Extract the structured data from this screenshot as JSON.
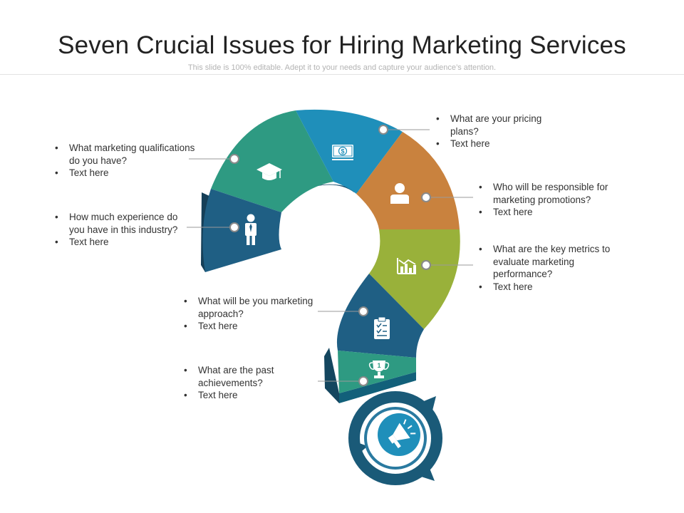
{
  "title": "Seven Crucial Issues for Hiring Marketing Services",
  "subtitle": "This slide is 100% editable. Adept it to your needs and capture your audience’s attention.",
  "colors": {
    "teal_green": "#2e9a82",
    "blue": "#1f8fba",
    "orange": "#c9823e",
    "olive_green": "#99b13a",
    "dark_blue": "#1f5f84",
    "dark_teal": "#1a5a78"
  },
  "items": [
    {
      "question": "What marketing qualifications do you have?",
      "detail": "Text here",
      "icon": "graduation-cap-icon"
    },
    {
      "question": "How much experience do you have in this industry?",
      "detail": "Text here",
      "icon": "businessman-icon"
    },
    {
      "question": "What are your pricing plans?",
      "detail": "Text here",
      "icon": "money-icon"
    },
    {
      "question": "Who will be responsible for marketing promotions?",
      "detail": "Text here",
      "icon": "person-icon"
    },
    {
      "question": "What are the key metrics to evaluate marketing performance?",
      "detail": "Text here",
      "icon": "chart-icon"
    },
    {
      "question": "What will be you marketing approach?",
      "detail": "Text here",
      "icon": "clipboard-icon"
    },
    {
      "question": "What are the past achievements?",
      "detail": "Text here",
      "icon": "trophy-icon"
    }
  ],
  "base_icon": "megaphone-icon",
  "trophy_number": "1",
  "money_symbol": "$"
}
